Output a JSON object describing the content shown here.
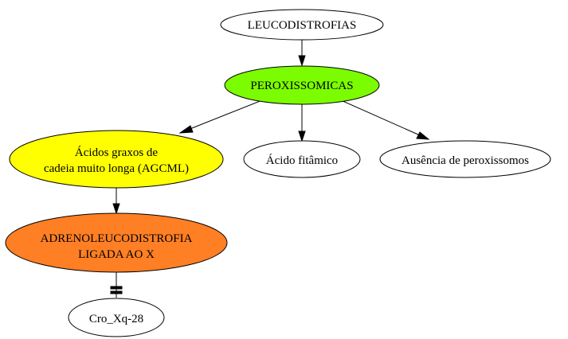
{
  "diagram": {
    "nodes": {
      "leucodistrofias": {
        "label": "LEUCODISTROFIAS",
        "fill": "#ffffff"
      },
      "peroxissomicas": {
        "label": "PEROXISSOMICAS",
        "fill": "#7cfc00"
      },
      "agcml": {
        "line1": "Ácidos graxos de",
        "line2": "cadeia muito longa (AGCML)",
        "fill": "#ffff00"
      },
      "acido_fitamico": {
        "label": "Ácido fitâmico",
        "fill": "#ffffff"
      },
      "ausencia": {
        "label": "Ausência de peroxissomos",
        "fill": "#ffffff"
      },
      "adrenoleucodistrofia": {
        "line1": "ADRENOLEUCODISTROFIA",
        "line2": "LIGADA AO X",
        "fill": "#ff7f24"
      },
      "cro": {
        "label": "Cro_Xq-28",
        "fill": "#ffffff"
      }
    }
  }
}
